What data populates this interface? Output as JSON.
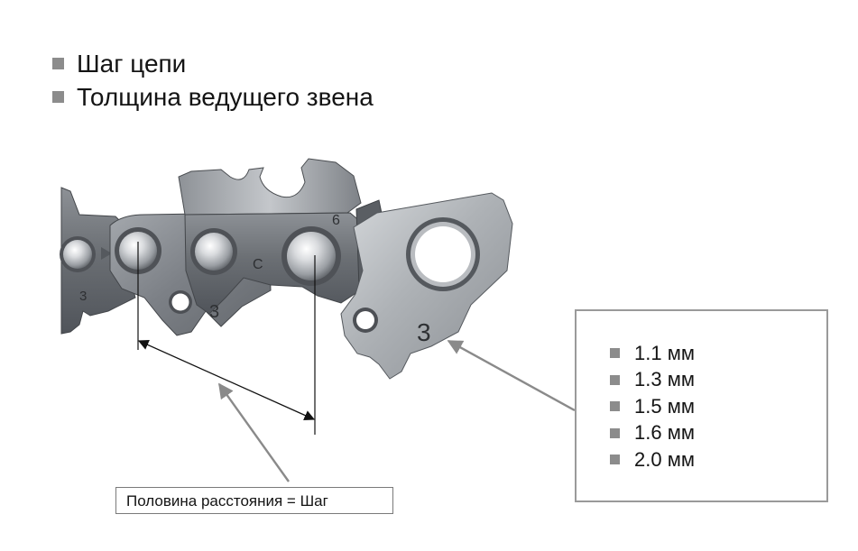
{
  "legend": {
    "items": [
      "Шаг цепи",
      "Толщина ведущего звена"
    ]
  },
  "thickness_box": {
    "items": [
      "1.1 мм",
      "1.3 мм",
      "1.5 мм",
      "1.6 мм",
      "2.0 мм"
    ]
  },
  "pitch_box": {
    "label": "Половина расстояния = Шаг"
  },
  "chain_markings": {
    "left_link": "3",
    "center_link": "3",
    "cutter_letter": "C",
    "cutter_number": "6",
    "drive_link": "3"
  },
  "colors": {
    "bullet": "#8c8c8c",
    "box_border": "#9a9a9a",
    "arrow": "#8a8a8a"
  }
}
